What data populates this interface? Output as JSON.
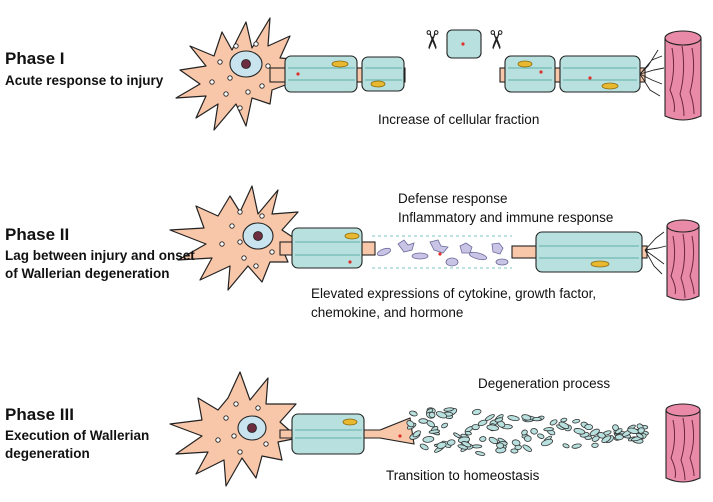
{
  "phases": [
    {
      "title": "Phase I",
      "subtitle_lines": [
        "Acute response to injury"
      ],
      "notes": [
        "Increase of cellular fraction"
      ]
    },
    {
      "title": "Phase II",
      "subtitle_lines": [
        "Lag between injury and onset",
        "of Wallerian degeneration"
      ],
      "notes": [
        "Defense response",
        "Inflammatory and immune response",
        "Elevated expressions of cytokine, growth factor,",
        "chemokine, and hormone"
      ]
    },
    {
      "title": "Phase III",
      "subtitle_lines": [
        "Execution of Wallerian",
        "degeneration"
      ],
      "notes": [
        "Degeneration process",
        "Transition to homeostasis"
      ]
    }
  ],
  "icons": {
    "cut_tool": "scissors-icon",
    "muscle": "muscle-fiber-icon",
    "neuron": "neuron-soma-icon"
  },
  "colors": {
    "soma": "#f8c6a8",
    "sheath": "#b7e0de",
    "muscle": "#e98aa8",
    "nucleolus": "#6b2d3f"
  }
}
